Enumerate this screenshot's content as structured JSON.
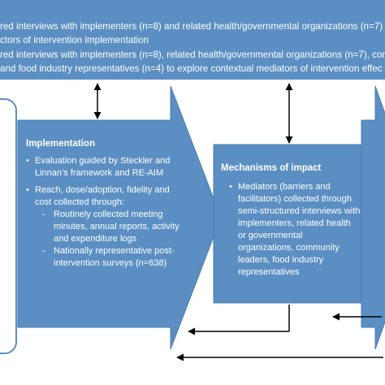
{
  "banner": {
    "lines": [
      "red interviews with implementers (n=8) and related health/governmental organizations (n=7) t",
      "ctors of intervention implementation",
      "red interviews with implementers (n=8), related health/governmental organizations (n=7), com",
      " and food industry representatives (n=4) to explore contextual mediators of intervention effec"
    ]
  },
  "implementation": {
    "title": "Implementation",
    "bullet_1": "Evaluation guided by Steckler and Linnan’s framework and RE-AIM",
    "bullet_2": "Reach, dose/adoption, fidelity and cost collected through:",
    "sub_1": "Routinely collected meeting minutes, annual reports, activity and expenditure logs",
    "sub_2": "Nationally representative post-intervention surveys (n=638)"
  },
  "mechanisms": {
    "title": "Mechanisms of impact",
    "bullet_1": "Mediators (barriers and facilitators) collected through semi-structured interviews with implementers, related health or governmental organizations, community leaders, food industry representatives"
  },
  "colors": {
    "panel": "#5b8fc3",
    "panel_border": "#4a7db3",
    "arrow": "#000000",
    "text": "#ffffff"
  }
}
